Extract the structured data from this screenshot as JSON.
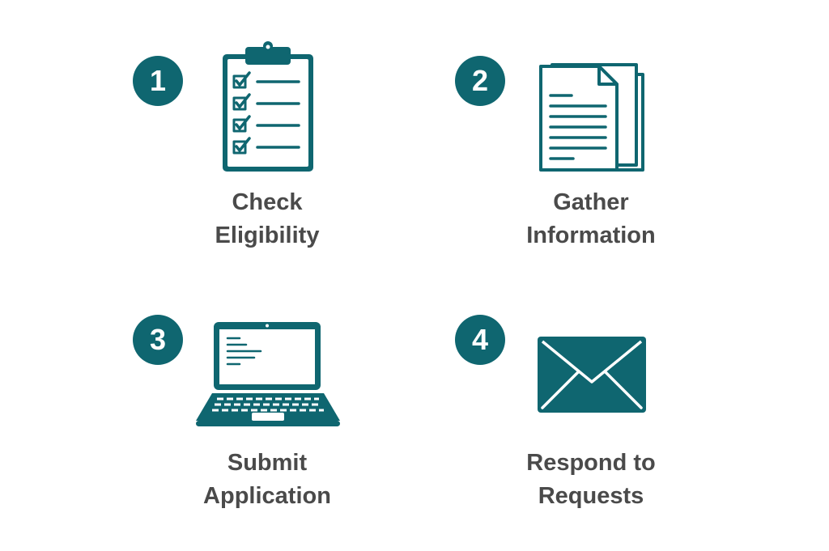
{
  "colors": {
    "accent": "#0f6670",
    "text": "#4a4a4a",
    "background": "#ffffff"
  },
  "steps": [
    {
      "number": "1",
      "icon": "clipboard-checklist-icon",
      "label_line1": "Check",
      "label_line2": "Eligibility"
    },
    {
      "number": "2",
      "icon": "documents-icon",
      "label_line1": "Gather",
      "label_line2": "Information"
    },
    {
      "number": "3",
      "icon": "laptop-icon",
      "label_line1": "Submit",
      "label_line2": "Application"
    },
    {
      "number": "4",
      "icon": "envelope-icon",
      "label_line1": "Respond to",
      "label_line2": "Requests"
    }
  ]
}
